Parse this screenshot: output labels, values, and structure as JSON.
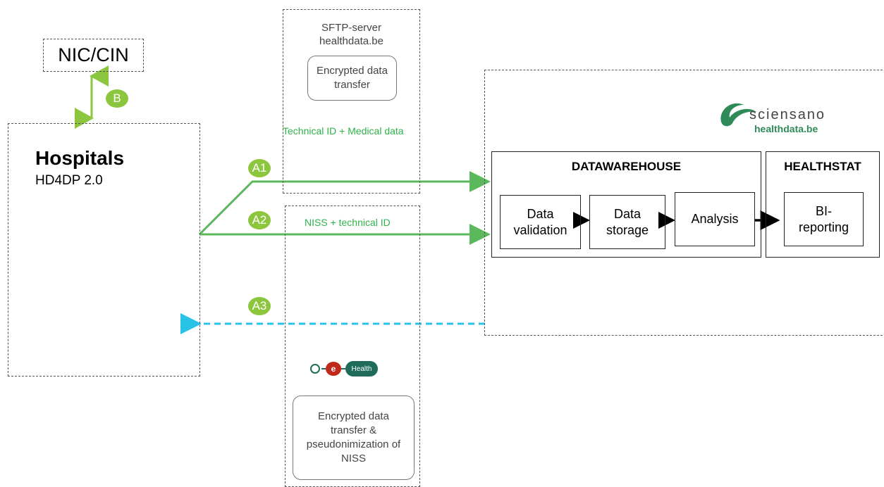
{
  "nic_cin": {
    "label": "NIC/CIN",
    "badge": "B"
  },
  "hospitals": {
    "title": "Hospitals",
    "subtitle": "HD4DP 2.0"
  },
  "sftp": {
    "line1": "SFTP-server",
    "line2": "healthdata.be",
    "box_label": "Encrypted data transfer",
    "flow_label": "Technical ID + Medical data"
  },
  "ehealth": {
    "logo_text": "Health",
    "box_label": "Encrypted data transfer & pseudonimization of NISS"
  },
  "flows": {
    "a1": "A1",
    "a2": "A2",
    "a2_label": "NISS + technical ID",
    "a3": "A3"
  },
  "sciensano": {
    "brand": "sciensano",
    "sub": "healthdata.be"
  },
  "datawarehouse": {
    "title": "DATAWAREHOUSE",
    "steps": [
      "Data validation",
      "Data storage",
      "Analysis"
    ]
  },
  "healthstat": {
    "title": "HEALTHSTAT",
    "step": "BI-reporting"
  },
  "colors": {
    "green_arrow": "#5bb85b",
    "badge_green": "#8cc63f",
    "label_green": "#2db34a",
    "return_arrow": "#29c3e8"
  }
}
